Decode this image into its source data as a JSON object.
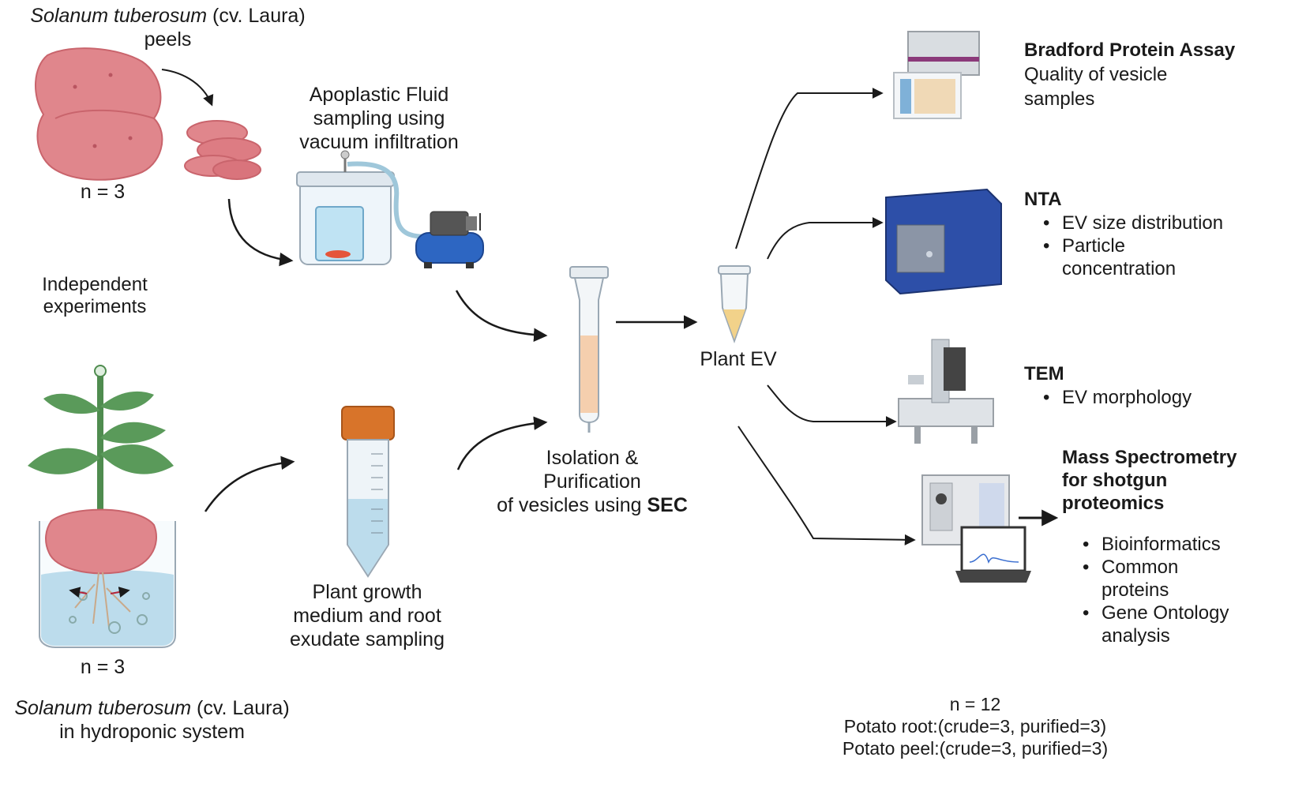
{
  "peel": {
    "species": "Solanum tuberosum",
    "cultivar": " (cv. Laura)",
    "label2": "peels",
    "n": "n = 3"
  },
  "apoplastic": {
    "line1": "Apoplastic Fluid",
    "line2": "sampling using",
    "line3": "vacuum infiltration"
  },
  "independent": {
    "line1": "Independent",
    "line2": "experiments"
  },
  "hydro": {
    "n": "n = 3",
    "species": "Solanum tuberosum",
    "cultivar": " (cv. Laura)",
    "line2": "in hydroponic system"
  },
  "medium": {
    "line1": "Plant growth",
    "line2": "medium and root",
    "line3": "exudate sampling"
  },
  "isolation": {
    "line1": "Isolation &",
    "line2": "Purification",
    "line3_prefix": "of vesicles using ",
    "line3_bold": "SEC"
  },
  "plant_ev": "Plant EV",
  "bradford": {
    "title": "Bradford Protein Assay",
    "line1": "Quality of vesicle",
    "line2": "samples"
  },
  "nta": {
    "title": "NTA",
    "bullets": [
      "EV size distribution",
      " Particle",
      "concentration"
    ]
  },
  "tem": {
    "title": "TEM",
    "bullets": [
      "EV morphology"
    ]
  },
  "ms": {
    "title1": "Mass Spectrometry",
    "title2": "for shotgun",
    "title3": "proteomics",
    "bullets": [
      "Bioinformatics",
      "Common",
      "proteins",
      "Gene Ontology",
      "analysis"
    ]
  },
  "totals": {
    "line1": "n = 12",
    "line2": "Potato root:(crude=3, purified=3)",
    "line3": "Potato peel:(crude=3, purified=3)"
  },
  "colors": {
    "potato": "#e0868c",
    "leaf": "#5a9a5a",
    "water": "#bcdcec",
    "cap": "#d8742a",
    "arrow": "#1a1a1a",
    "instrument_blue": "#2d4fa8"
  }
}
